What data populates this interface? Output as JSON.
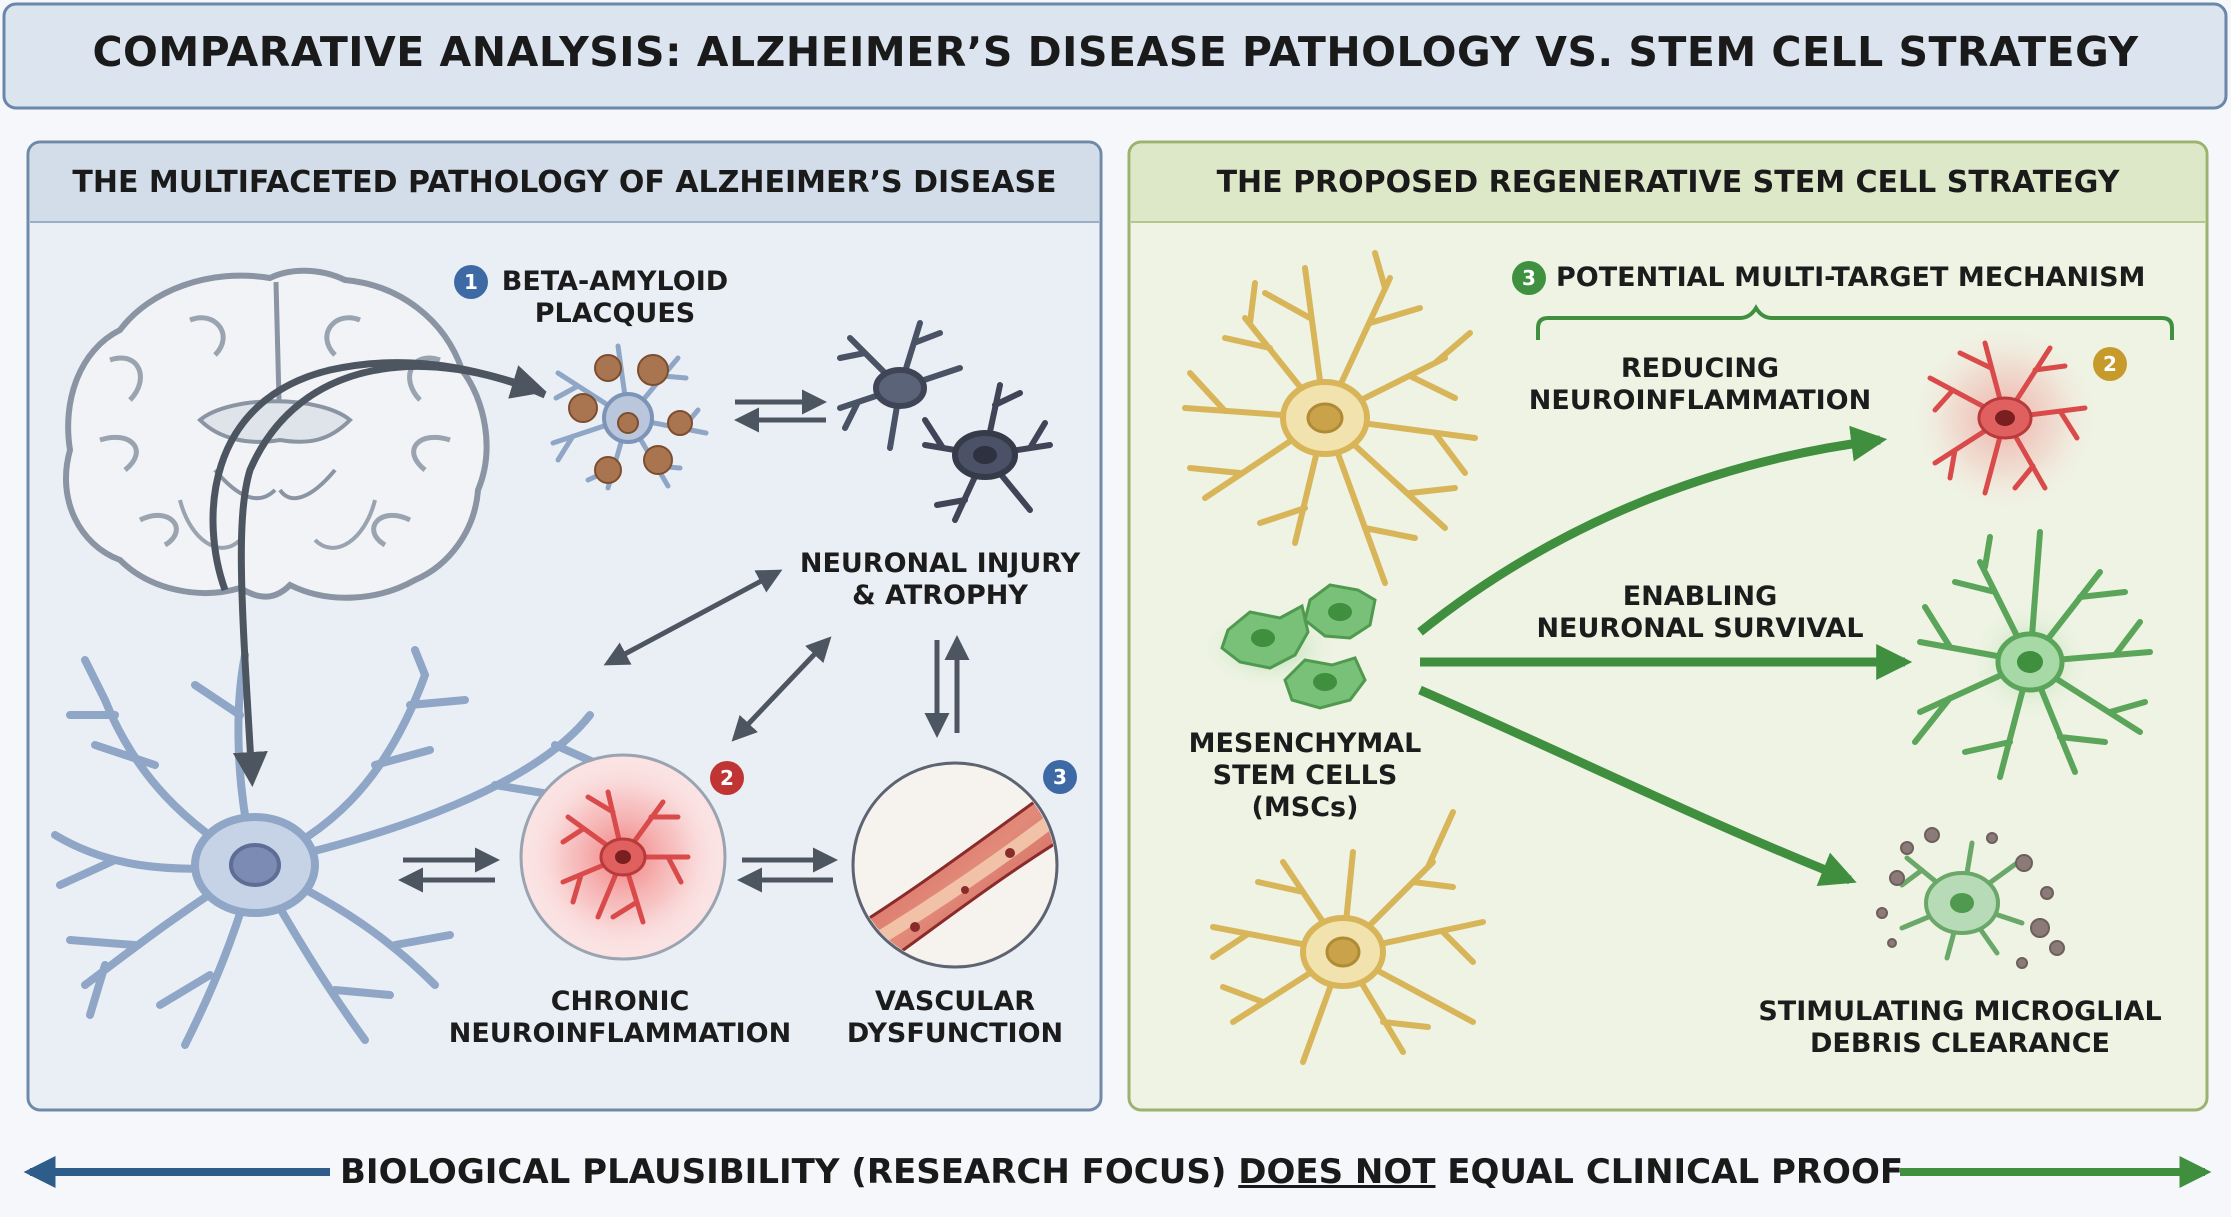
{
  "title": "COMPARATIVE ANALYSIS: ALZHEIMER’S DISEASE PATHOLOGY VS. STEM CELL STRATEGY",
  "left_panel": {
    "header": "THE MULTIFACETED PATHOLOGY OF ALZHEIMER’S DISEASE",
    "beta": {
      "number": "1",
      "line1": "BETA-AMYLOID",
      "line2": "PLACQUES"
    },
    "injury": {
      "line1": "NEURONAL INJURY",
      "line2": "& ATROPHY"
    },
    "inflammation": {
      "number": "2",
      "line1": "CHRONIC",
      "line2": "NEUROINFLAMMATION"
    },
    "vascular": {
      "number": "3",
      "line1": "VASCULAR",
      "line2": "DYSFUNCTION"
    }
  },
  "right_panel": {
    "header": "THE PROPOSED REGENERATIVE STEM CELL STRATEGY",
    "mechanism": {
      "number": "3",
      "label": "POTENTIAL MULTI-TARGET MECHANISM"
    },
    "reducing": {
      "line1": "REDUCING",
      "line2": "NEUROINFLAMMATION",
      "number": "2"
    },
    "enabling": {
      "line1": "ENABLING",
      "line2": "NEURONAL SURVIVAL"
    },
    "msc": {
      "line1": "MESENCHYMAL",
      "line2": "STEM CELLS",
      "line3": "(MSCs)"
    },
    "stimulating": {
      "line1": "STIMULATING MICROGLIAL",
      "line2": "DEBRIS CLEARANCE"
    }
  },
  "footer": {
    "part1": "BIOLOGICAL PLAUSIBILITY (RESEARCH FOCUS) ",
    "emphasis": "DOES NOT",
    "part2": " EQUAL CLINICAL PROOF"
  },
  "colors": {
    "left_panel_bg": "#eaeff6",
    "right_panel_bg": "#eef3e3",
    "neuron_blue": "#8fa6c7",
    "inflammation_red": "#d94a4a",
    "stem_yellow": "#d9b55a",
    "healthy_green": "#5aa55a",
    "arrow_dark": "#4d5560",
    "arrow_green": "#3f8f3f",
    "badge_blue": "#3d6aa5",
    "badge_red": "#c03434",
    "badge_green": "#3f9140",
    "badge_gold": "#c79a2c"
  }
}
